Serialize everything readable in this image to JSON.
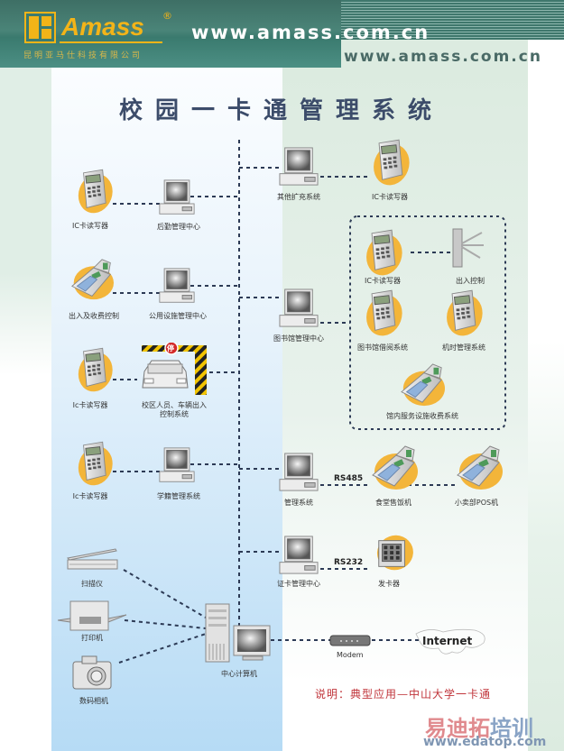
{
  "header": {
    "brand": "Amass",
    "registered_mark": "®",
    "company_name": "昆明亚马仕科技有限公司",
    "url_primary": "www.amass.com.cn",
    "url_secondary": "www.amass.com.cn"
  },
  "title": "校园一卡通管理系统",
  "nodes": {
    "other_ext_system": "其他扩充系统",
    "ic_reader_top": "IC卡读写器",
    "ic_reader_logistics": "IC卡读写器",
    "logistics_center": "后勤管理中心",
    "access_fee_control": "出入及收费控制",
    "public_facility_center": "公用设施管理中心",
    "library_center": "图书馆管理中心",
    "lib_ic_reader": "IC卡读写器",
    "lib_access_control": "出入控制",
    "lib_borrowing": "图书馆借阅系统",
    "lib_machine_time": "机时管理系统",
    "lib_service_fee": "馆内服务设施收费系统",
    "ic_reader_vehicle": "Ic卡读写器",
    "vehicle_control_line1": "校区人员、车辆出入",
    "vehicle_control_line2": "控制系统",
    "stop_sign": "停",
    "ic_reader_student": "Ic卡读写器",
    "student_records": "学籍管理系统",
    "management_system": "管理系统",
    "canteen_pos": "食堂售饭机",
    "shop_pos": "小卖部POS机",
    "card_center": "证卡管理中心",
    "card_issuer": "发卡器",
    "scanner": "扫描仪",
    "printer": "打印机",
    "camera": "数码相机",
    "central_computer": "中心计算机",
    "modem": "Modem",
    "internet": "Internet"
  },
  "bus_labels": {
    "rs485": "RS485",
    "rs232": "RS232"
  },
  "note": "说明：典型应用—中山大学一卡通",
  "watermark": {
    "text_red": "易迪拓",
    "text_blue": "培训",
    "url": "www.edatop.com"
  }
}
